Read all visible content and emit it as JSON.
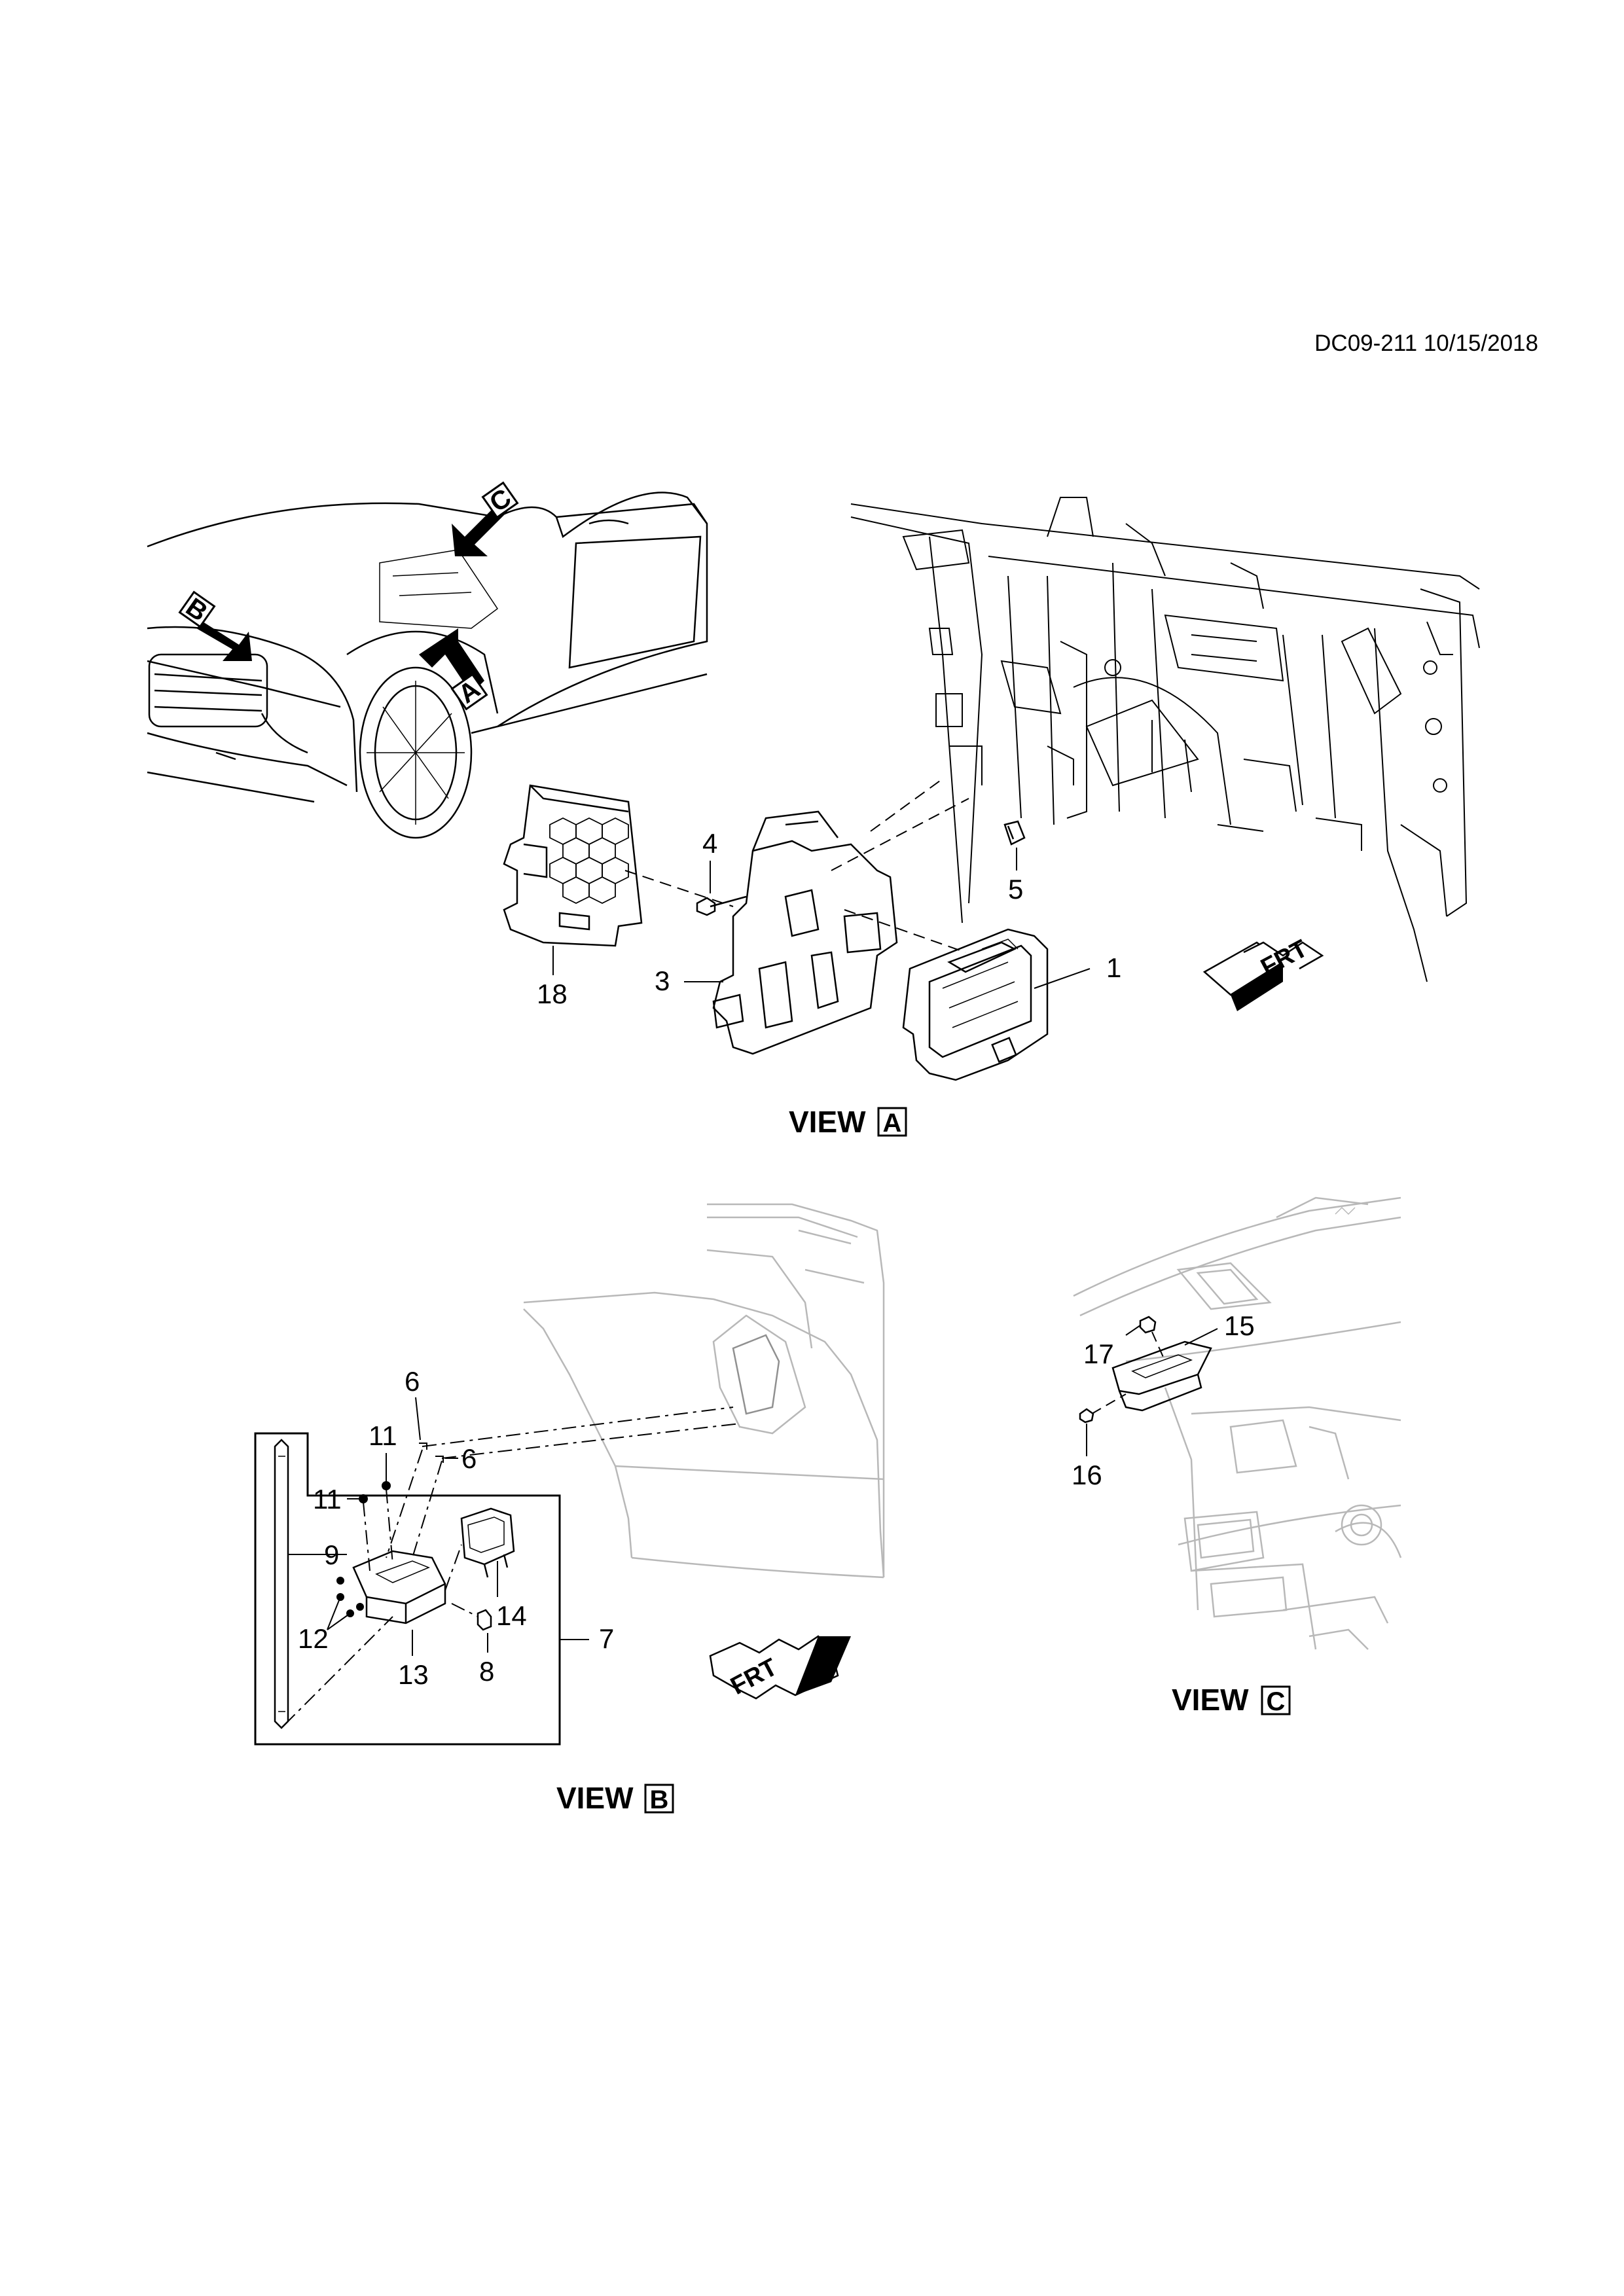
{
  "document": {
    "id_date": "DC09-211 10/15/2018"
  },
  "overview": {
    "arrow_labels": [
      "A",
      "B",
      "C"
    ]
  },
  "views": [
    {
      "title": "VIEW",
      "letter": "A"
    },
    {
      "title": "VIEW",
      "letter": "B"
    },
    {
      "title": "VIEW",
      "letter": "C"
    }
  ],
  "callouts_view_a": [
    "1",
    "3",
    "4",
    "5",
    "18"
  ],
  "callouts_view_b": [
    "6",
    "6",
    "7",
    "8",
    "9",
    "11",
    "11",
    "12",
    "13",
    "14"
  ],
  "callouts_view_c": [
    "15",
    "16",
    "17"
  ],
  "front_marker_label": "FRT",
  "colors": {
    "line": "#000000",
    "ghost": "#b8b8b8",
    "background": "#ffffff"
  }
}
